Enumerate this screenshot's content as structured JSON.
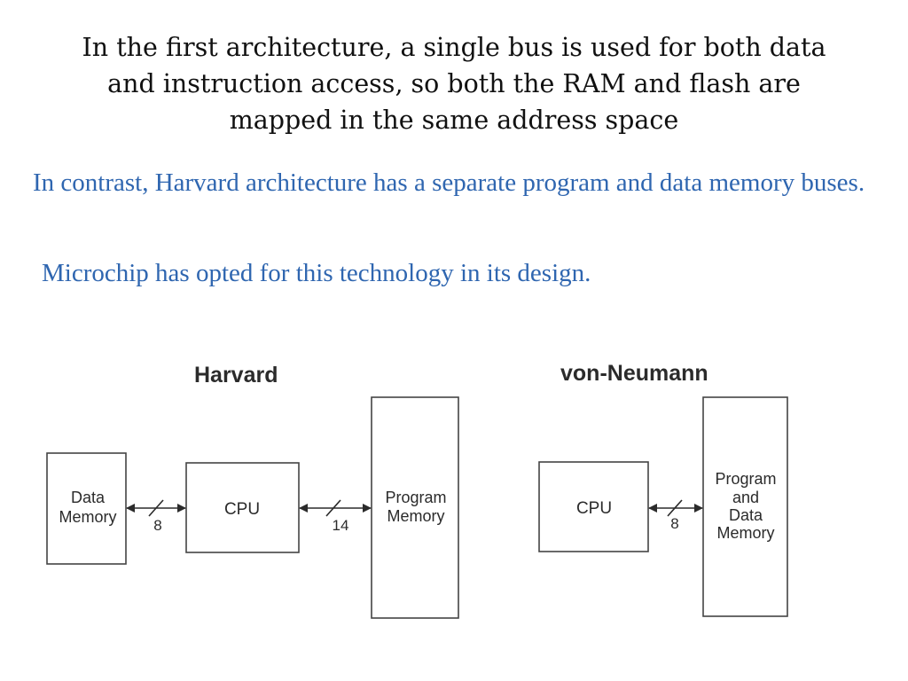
{
  "heading": {
    "line1": "In the first architecture, a single bus is used for both data",
    "line2": "and instruction access, so both the RAM and flash are",
    "line3": "mapped in the same address space"
  },
  "paragraph_harvard": "In contrast, Harvard architecture has a separate program and data memory buses.",
  "paragraph_microchip": "Microchip has opted for this technology in its design.",
  "colors": {
    "heading": "#111111",
    "body_text": "#2f66b0",
    "diagram": "#2b2b2b"
  },
  "harvard_diagram": {
    "title": "Harvard",
    "data_memory": {
      "line1": "Data",
      "line2": "Memory"
    },
    "cpu": "CPU",
    "program_memory": {
      "line1": "Program",
      "line2": "Memory"
    },
    "data_bus_width": "8",
    "program_bus_width": "14"
  },
  "von_neumann_diagram": {
    "title": "von-Neumann",
    "cpu": "CPU",
    "memory": {
      "line1": "Program",
      "line2": "and",
      "line3": "Data",
      "line4": "Memory"
    },
    "bus_width": "8"
  }
}
